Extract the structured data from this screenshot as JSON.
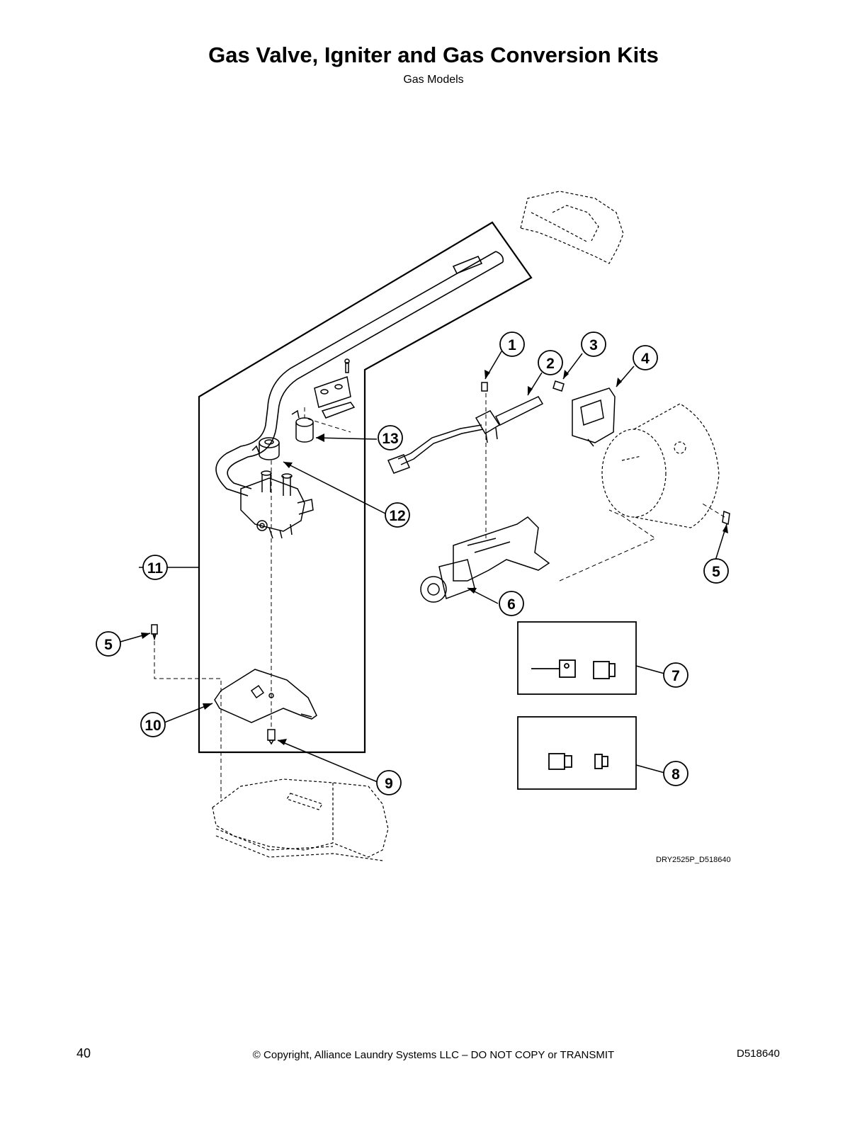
{
  "header": {
    "title": "Gas Valve, Igniter and Gas Conversion Kits",
    "subtitle": "Gas Models"
  },
  "diagram": {
    "figure_id": "DRY2525P_D518640",
    "callouts": [
      {
        "id": "c1",
        "label": "1"
      },
      {
        "id": "c2",
        "label": "2"
      },
      {
        "id": "c3",
        "label": "3"
      },
      {
        "id": "c4",
        "label": "4"
      },
      {
        "id": "c5a",
        "label": "5"
      },
      {
        "id": "c5b",
        "label": "5"
      },
      {
        "id": "c6",
        "label": "6"
      },
      {
        "id": "c7",
        "label": "7"
      },
      {
        "id": "c8",
        "label": "8"
      },
      {
        "id": "c9",
        "label": "9"
      },
      {
        "id": "c10",
        "label": "10"
      },
      {
        "id": "c11",
        "label": "11"
      },
      {
        "id": "c12",
        "label": "12"
      },
      {
        "id": "c13",
        "label": "13"
      }
    ]
  },
  "footer": {
    "page_number": "40",
    "copyright": "© Copyright, Alliance Laundry Systems LLC – DO NOT COPY or TRANSMIT",
    "document_number": "D518640"
  }
}
